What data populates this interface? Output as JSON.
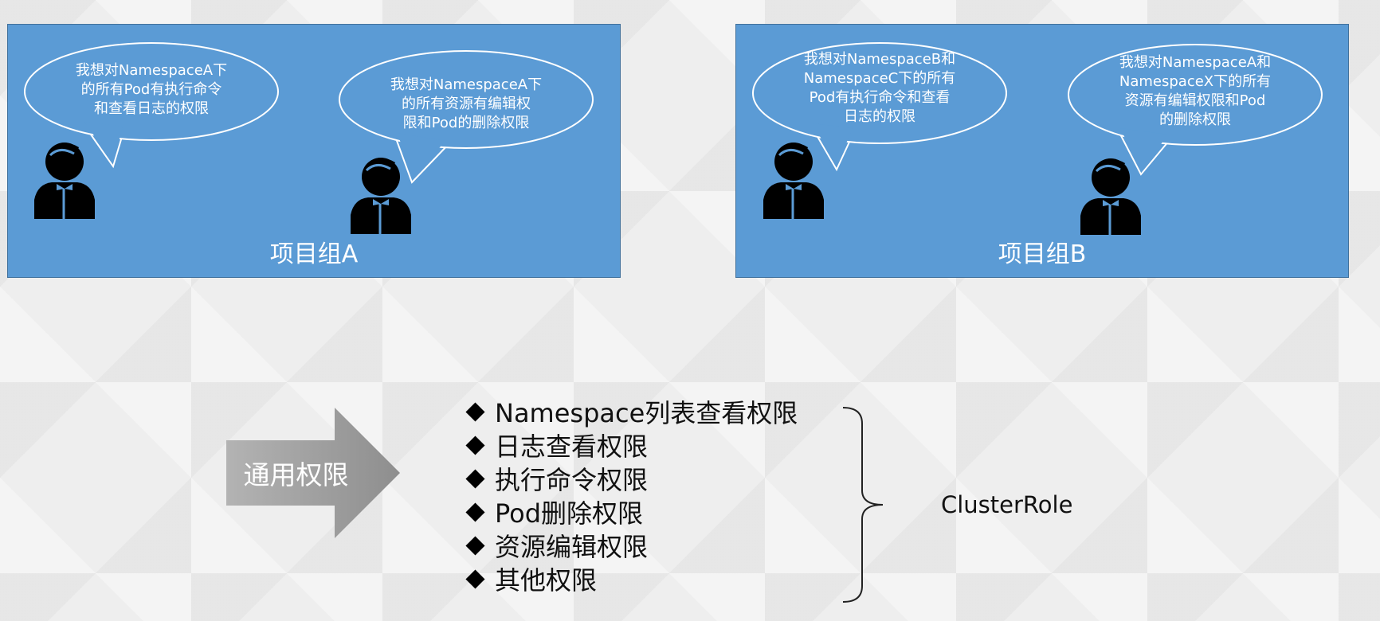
{
  "groups": [
    {
      "label": "项目组A",
      "bubbles": [
        "我想对NamespaceA下\n的所有Pod有执行命令\n和查看日志的权限",
        "我想对NamespaceA下\n的所有资源有编辑权\n限和Pod的删除权限"
      ]
    },
    {
      "label": "项目组B",
      "bubbles": [
        "我想对NamespaceB和\nNamespaceC下的所有\nPod有执行命令和查看\n日志的权限",
        "我想对NamespaceA和\nNamespaceX下的所有\n资源有编辑权限和Pod\n的删除权限"
      ]
    }
  ],
  "common_permissions": {
    "label": "通用权限",
    "items": [
      "Namespace列表查看权限",
      "日志查看权限",
      "执行命令权限",
      "Pod删除权限",
      "资源编辑权限",
      "其他权限"
    ]
  },
  "cluster_role": "ClusterRole",
  "colors": {
    "group_bg": "#5b9bd5",
    "group_border": "#41719c",
    "arrow": "#a6a6a6"
  },
  "icons": [
    "speech-bubble-icon",
    "person-icon",
    "right-arrow-icon",
    "diamond-bullet-icon",
    "curly-brace-icon"
  ]
}
